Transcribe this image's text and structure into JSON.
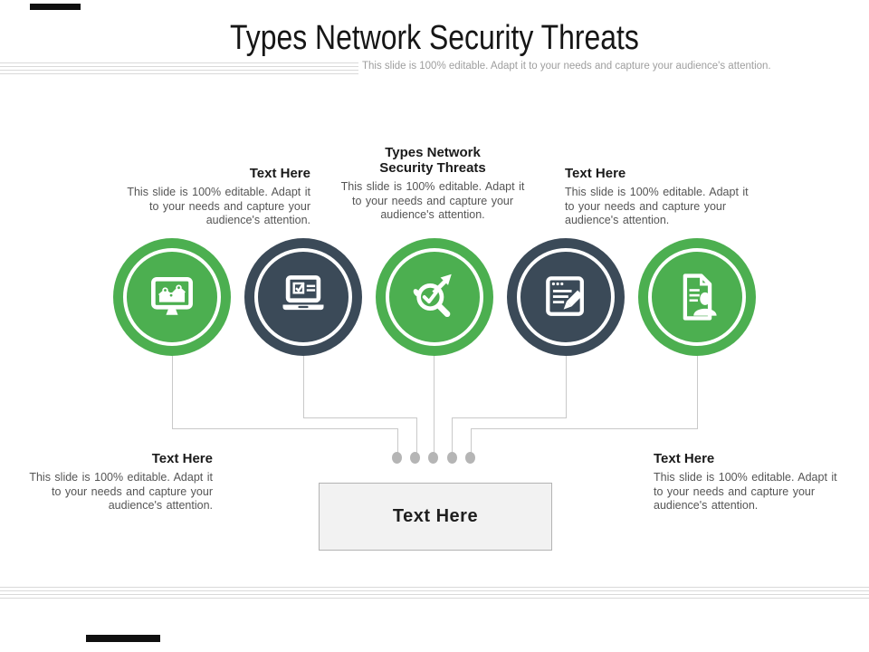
{
  "slide": {
    "title": "Types Network Security Threats",
    "subtitle": "This slide is 100% editable. Adapt it to your needs and capture your audience's attention."
  },
  "blocks": {
    "top_left": {
      "heading": "Text Here",
      "body": [
        "This slide is 100% editable. Adapt it",
        "to your needs and capture your",
        "audience's attention."
      ]
    },
    "top_center": {
      "heading_lines": [
        "Types Network",
        "Security Threats"
      ],
      "body": [
        "This slide is 100% editable. Adapt it",
        "to your needs and capture your",
        "audience's attention."
      ]
    },
    "top_right": {
      "heading": "Text Here",
      "body": [
        "This slide is 100% editable. Adapt it",
        "to your needs and capture your",
        "audience's attention."
      ]
    },
    "bottom_left": {
      "heading": "Text Here",
      "body": [
        "This slide is 100% editable. Adapt it",
        "to your needs and capture your",
        "audience's attention."
      ]
    },
    "bottom_right": {
      "heading": "Text Here",
      "body": [
        "This slide is 100% editable. Adapt it",
        "to your needs and capture your",
        "audience's attention."
      ]
    }
  },
  "center_box": {
    "label": "Text Here"
  },
  "icons": [
    "monitor-chart-icon",
    "laptop-checklist-icon",
    "magnifier-arrow-icon",
    "browser-edit-icon",
    "document-user-icon"
  ],
  "colors": {
    "green": "#4caf50",
    "dark": "#3b4a58",
    "connector": "#c9c9c9",
    "dot": "#b5b5b5",
    "heading_text": "#1a1a1a",
    "body_text": "#555555",
    "subtitle_text": "#9e9e9e",
    "box_fill": "#f2f2f2",
    "box_border": "#b3b3b3"
  }
}
